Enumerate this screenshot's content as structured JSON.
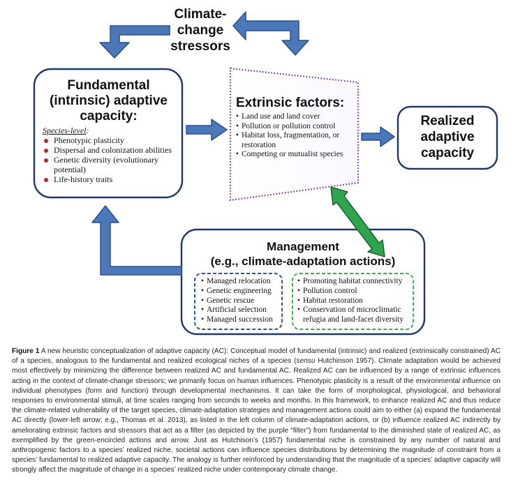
{
  "colors": {
    "arrow_blue": "#4a78b9",
    "arrow_blue_edge": "#2b4f8c",
    "arrow_green": "#2ea44f",
    "arrow_green_edge": "#155c2a",
    "filter_purple": "#7030a0",
    "box_navy": "#1f3864",
    "dash_blue": "#2f5496",
    "dash_green": "#37b24d",
    "bullet_red": "#b8262c"
  },
  "stressors": {
    "line1": "Climate-",
    "line2": "change",
    "line3": "stressors"
  },
  "fundamental": {
    "title_line1": "Fundamental",
    "title_line2": "(intrinsic) adaptive",
    "title_line3": "capacity:",
    "subtitle": "Species-level",
    "items": [
      "Phenotypic plasticity",
      "Dispersal and colonization abilities",
      "Genetic diversity (evolutionary potential)",
      "Life-history traits"
    ],
    "bullet_icon": "red-dot-bullet"
  },
  "extrinsic": {
    "title": "Extrinsic factors:",
    "items": [
      "Land use and land cover",
      "Pollution or pollution control",
      "Habitat loss, fragmentation, or restoration",
      "Competing or mutualist species"
    ],
    "bullet_char": "•"
  },
  "realized": {
    "line1": "Realized",
    "line2": "adaptive",
    "line3": "capacity"
  },
  "management": {
    "title_line1": "Management",
    "title_line2": "(e.g., climate-adaptation actions)",
    "left_items": [
      "Managed relocation",
      "Genetic engineering",
      "Genetic rescue",
      "Artificial selection",
      "Managed succession"
    ],
    "right_items": [
      "Promoting habitat connectivity",
      "Pollution control",
      "Habitat restoration",
      "Conservation of microclimatic refugia and land-facet diversity"
    ],
    "bullet_char": "•"
  },
  "caption": {
    "label": "Figure 1",
    "text_part1": " A new heuristic conceptualization of adaptive capacity (AC): Conceptual model of fundamental (intrinsic) and realized (extrinsically constrained) AC of a species, analogous to the fundamental and realized ecological niches of a species (",
    "italic": "sensu",
    "text_part2": " Hutchinson 1957). Climate adaptation would be achieved most effectively by minimizing the difference between realized AC and fundamental AC. Realized AC can be influenced by a range of extrinsic influences acting in the context of climate-change stressors; we primarily focus on human influences. Phenotypic plasticity is a result of the environmental influence on individual phenotypes (form and function) through developmental mechanisms. It can take the form of morphological, physiological, and behavioral responses to environmental stimuli, at time scales ranging from seconds to weeks and months. In this framework, to enhance realized AC and thus reduce the climate-related vulnerability of the target species, climate-adaptation strategies and management actions could aim to either (a) expand the fundamental AC directly (lower-left arrow; e.g., Thomas et al. 2013), as listed in the left column of climate-adaptation actions, or (b) influence realized AC indirectly by ameliorating extrinsic factors and stressors that act as a filter (as depicted by the purple “filter”) from fundamental to the diminished state of realized AC, as exemplified by the green-encircled actions and arrow. Just as Hutchison’s (1957) fundamental niche is constrained by any number of natural and anthropogenic factors to a species’ realized niche, societal actions can influence species distributions by determining the magnitude of constraint from a species’ fundamental to realized adaptive capacity. The analogy is further reinforced by understanding that the magnitude of a species’ adaptive capacity will strongly affect the magnitude of change in a species’ realized niche under contemporary climate change."
  }
}
